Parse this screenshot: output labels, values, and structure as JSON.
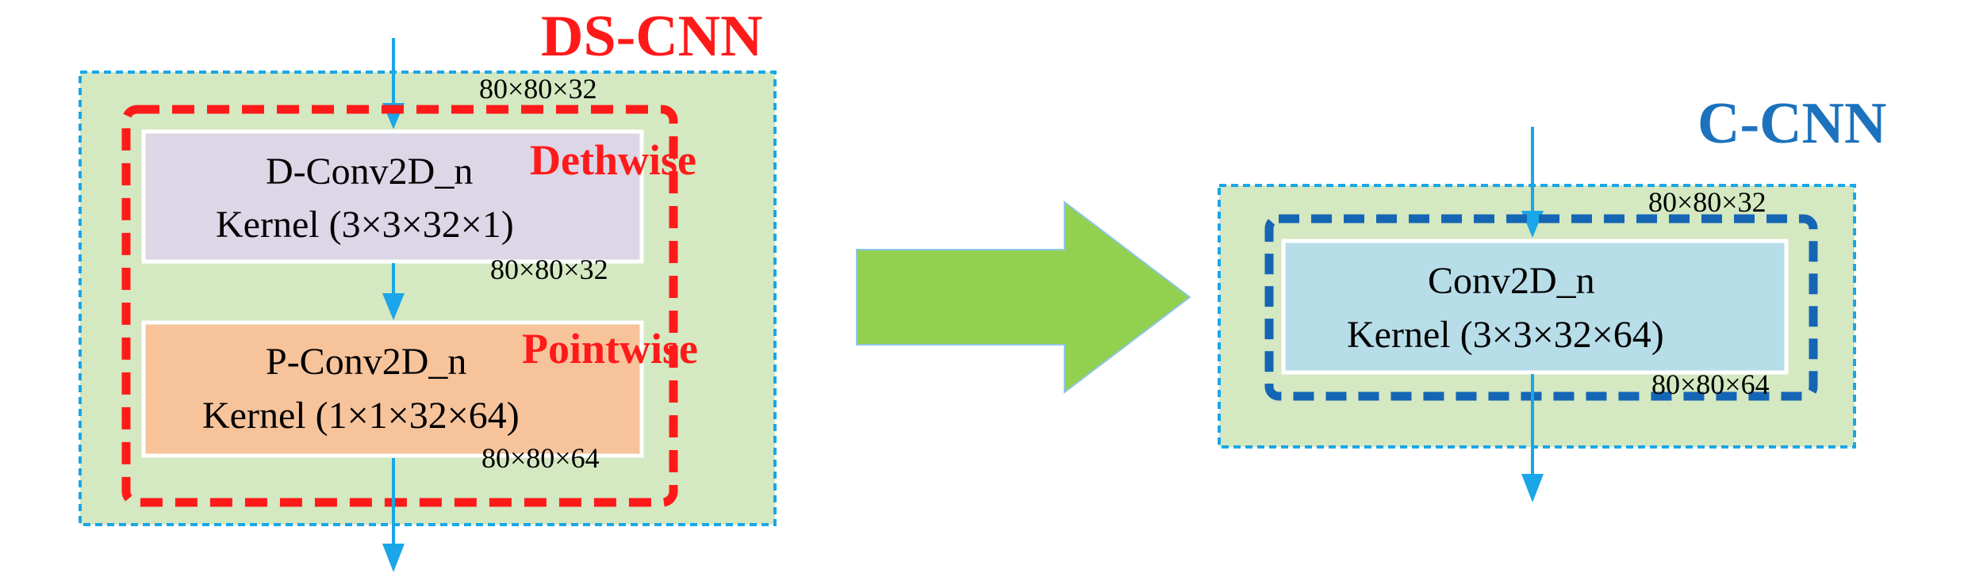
{
  "colors": {
    "outer_fill": "#d4e8c1",
    "outer_border": "#1aa6e8",
    "ds_dash": "#ff1a1a",
    "c_dash": "#1565b5",
    "depthwise_fill": "#dcd6e6",
    "pointwise_fill": "#f6c39b",
    "conv_fill": "#b7dde8",
    "arrow_line": "#1aa6e8",
    "big_arrow": "#92d050",
    "ds_title": "#ff1a1a",
    "c_title": "#1c72bd",
    "label_red": "#ff1a1a"
  },
  "ds_cnn": {
    "title": "DS-CNN",
    "input_dim": "80×80×32",
    "depthwise": {
      "name": "D-Conv2D_n",
      "kernel": "Kernel (3×3×32×1)",
      "label": "Dethwise",
      "output_dim": "80×80×32"
    },
    "pointwise": {
      "name": "P-Conv2D_n",
      "kernel": "Kernel (1×1×32×64)",
      "label": "Pointwise",
      "output_dim": "80×80×64"
    }
  },
  "c_cnn": {
    "title": "C-CNN",
    "input_dim": "80×80×32",
    "conv": {
      "name": "Conv2D_n",
      "kernel": "Kernel (3×3×32×64)",
      "output_dim": "80×80×64"
    }
  }
}
